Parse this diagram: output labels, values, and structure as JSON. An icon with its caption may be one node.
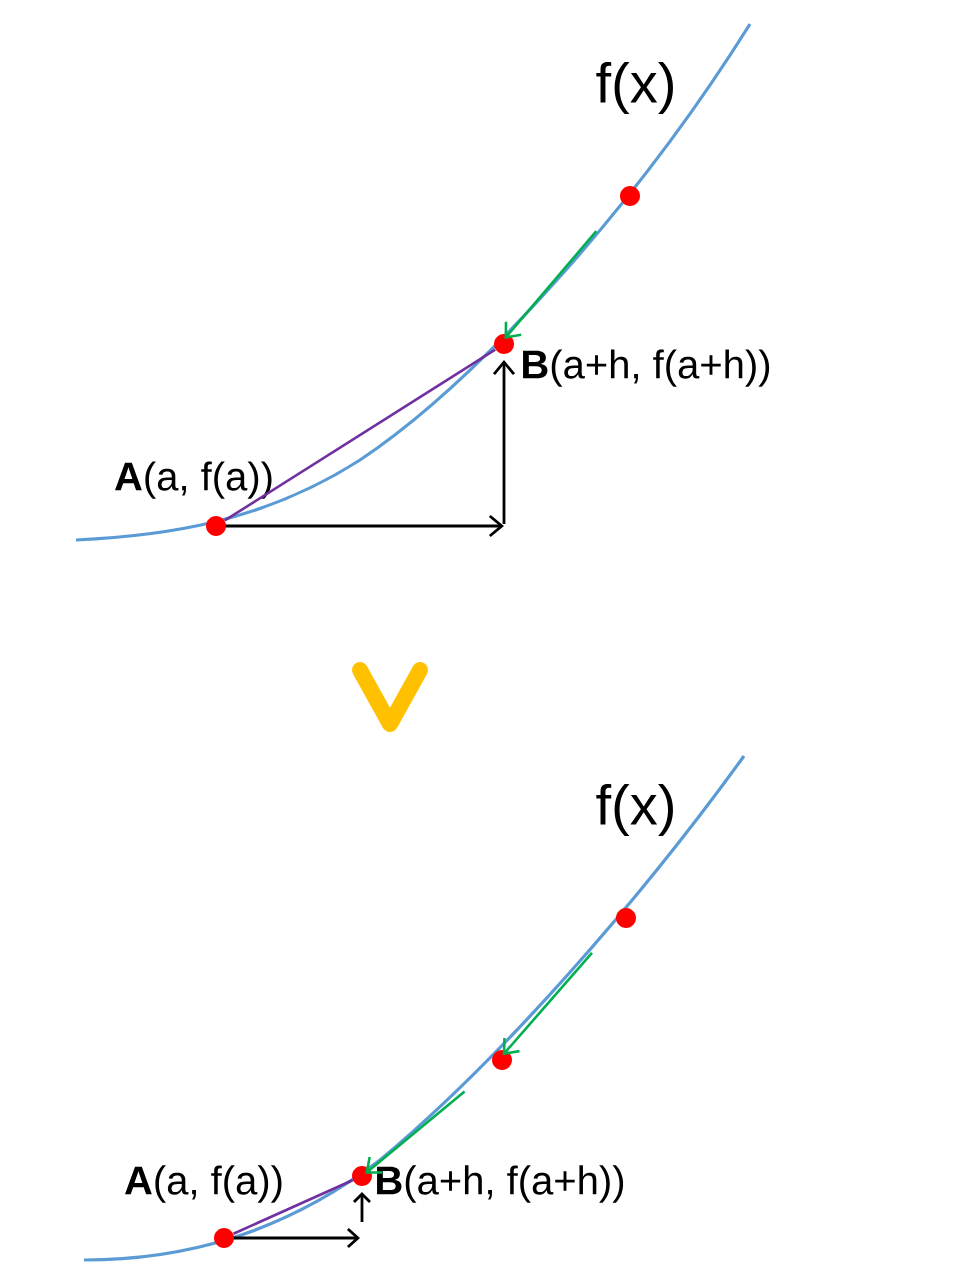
{
  "diagram": {
    "nodes": [
      {
        "text": [],
        "shape": "circle",
        "beside": [
          "**A**(a, f(a))"
        ]
      },
      {
        "text": [],
        "shape": "circle",
        "beside": [
          "**B**(a+h, f(a+h))"
        ]
      },
      {
        "text": [],
        "shape": "circle"
      },
      {
        "text": [],
        "shape": "circle",
        "beside": [
          "**A**(a, f(a))"
        ]
      },
      {
        "text": [],
        "shape": "circle",
        "beside": [
          "**B**(a+h, f(a+h))"
        ]
      },
      {
        "text": [],
        "shape": "circle"
      },
      {
        "text": [],
        "shape": "circle"
      }
    ],
    "edges": [
      {
        "from": 0,
        "to": 1,
        "arrow": "none",
        "color": "#7030a0"
      },
      {
        "from": 2,
        "to": 1,
        "arrow": "to",
        "color": "#00b050"
      },
      {
        "from": 3,
        "to": 4,
        "arrow": "none",
        "color": "#7030a0"
      },
      {
        "from": 6,
        "to": 5,
        "arrow": "to",
        "color": "#00b050"
      },
      {
        "from": 5,
        "to": 4,
        "arrow": "to",
        "color": "#00b050"
      }
    ],
    "labels": [
      "f(x)",
      "f(x)"
    ]
  }
}
